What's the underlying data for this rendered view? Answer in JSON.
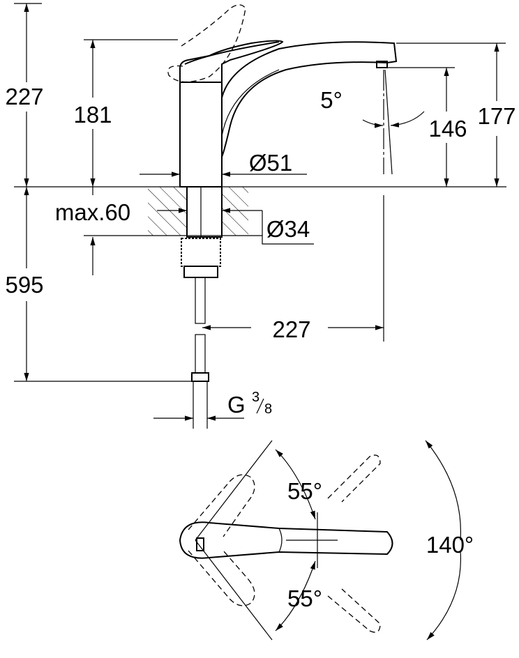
{
  "side_view": {
    "total_height_lever_open": "227",
    "lever_height": "181",
    "spout_angle": "5°",
    "outlet_height": "146",
    "spout_height": "177",
    "body_diameter": "Ø51",
    "max_countertop": "max.60",
    "hole_diameter": "Ø34",
    "below_countertop": "595",
    "spout_reach": "227",
    "connection": {
      "prefix": "G",
      "num": "3",
      "den": "8"
    }
  },
  "top_view": {
    "angle_upper": "55°",
    "angle_lower": "55°",
    "angle_total": "140°"
  }
}
